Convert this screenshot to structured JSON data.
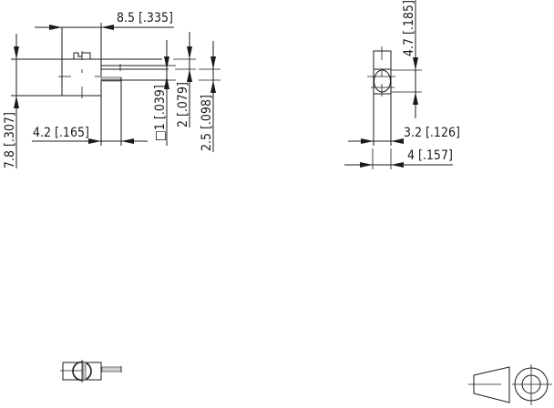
{
  "drawing": {
    "type": "technical-dimension-drawing",
    "units": "mm [in]",
    "side_view": {
      "dimensions": {
        "overall_length": "8.5 [.335]",
        "overall_height": "7.8 [.307]",
        "pin_offset": "4.2 [.165]",
        "pin_square": "□1 [.039]",
        "pin_spacing": "2 [.079]",
        "pin_position": "2.5 [.098]"
      }
    },
    "front_view": {
      "dimensions": {
        "height_to_center": "4.7 [.185]",
        "inner_width": "3.2 [.126]",
        "outer_width": "4 [.157]"
      }
    },
    "symbols": {
      "top_view": "potentiometer-top-view",
      "projection": "first-angle-projection-symbol"
    }
  }
}
